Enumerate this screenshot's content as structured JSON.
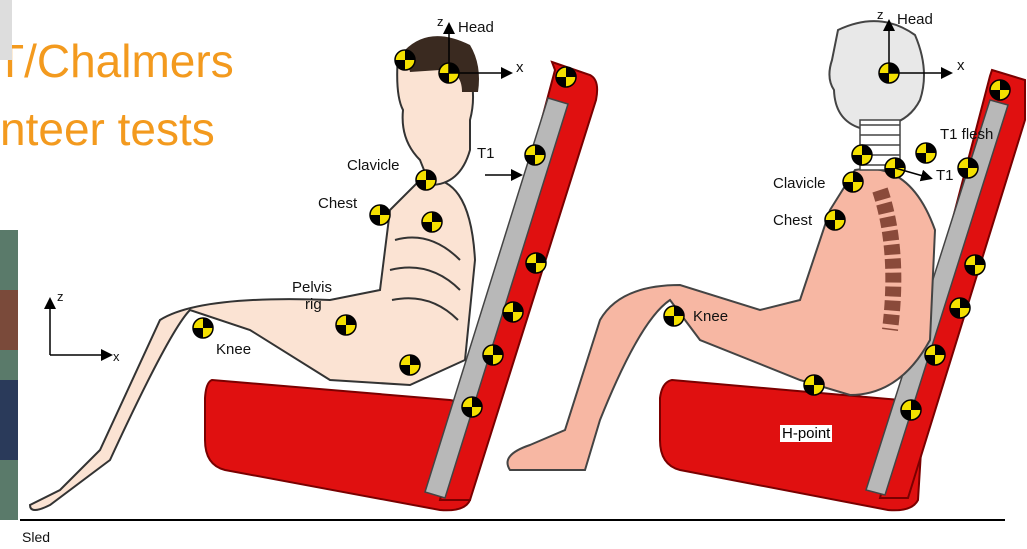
{
  "slide": {
    "title_line1": "T/Chalmers",
    "title_line2": "nteer tests"
  },
  "left_figure": {
    "labels": {
      "head": "Head",
      "head_z": "z",
      "head_x": "x",
      "t1": "T1",
      "clavicle": "Clavicle",
      "chest": "Chest",
      "pelvis_rig": [
        "Pelvis",
        "rig"
      ],
      "knee": "Knee",
      "axis_z": "z",
      "axis_x": "x"
    }
  },
  "right_figure": {
    "labels": {
      "head": "Head",
      "head_z": "z",
      "head_x": "x",
      "t1_flesh": "T1 flesh",
      "t1": "T1",
      "clavicle": "Clavicle",
      "chest": "Chest",
      "knee": "Knee",
      "h_point": "H-point"
    }
  },
  "ground": {
    "label": "Sled"
  },
  "colors": {
    "title": "#f39a1e",
    "seat_red": "#e01010",
    "seat_back_gray": "#b8b8b8",
    "skin": "#fbe3d3",
    "dummy_skin": "#f7b7a3",
    "marker_yellow": "#f4e000",
    "marker_black": "#000000"
  },
  "icons": [
    "crash-test-marker-icon",
    "axis-arrow-icon"
  ]
}
